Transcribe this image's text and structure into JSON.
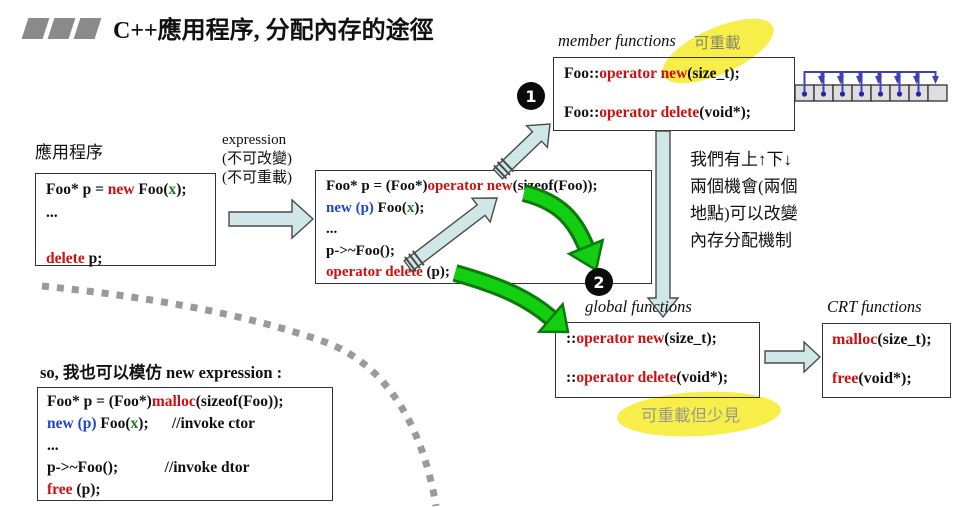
{
  "title": {
    "text": "C++應用程序, 分配內存的途徑"
  },
  "app_box": {
    "label": "應用程序",
    "lines": [
      [
        {
          "t": "Foo* p = ",
          "c": "k"
        },
        {
          "t": "new",
          "c": "r"
        },
        {
          "t": " Foo(",
          "c": "k"
        },
        {
          "t": "x",
          "c": "g"
        },
        {
          "t": ");",
          "c": "k"
        }
      ],
      [
        {
          "t": "...",
          "c": "k"
        }
      ],
      [],
      [
        {
          "t": "delete",
          "c": "r"
        },
        {
          "t": " p;",
          "c": "k"
        }
      ]
    ]
  },
  "expression": {
    "lines": [
      "expression",
      "(不可改變)",
      "(不可重載)"
    ]
  },
  "expanded_box": {
    "lines": [
      [
        {
          "t": "Foo* p = (Foo*)",
          "c": "k"
        },
        {
          "t": "operator new",
          "c": "r"
        },
        {
          "t": "(sizeof(Foo));",
          "c": "k"
        }
      ],
      [
        {
          "t": "new (p)",
          "c": "b"
        },
        {
          "t": " Foo(",
          "c": "k"
        },
        {
          "t": "x",
          "c": "g"
        },
        {
          "t": ");",
          "c": "k"
        }
      ],
      [
        {
          "t": "...",
          "c": "k"
        }
      ],
      [
        {
          "t": "p->~Foo();",
          "c": "k"
        }
      ],
      [
        {
          "t": "operator delete",
          "c": "r"
        },
        {
          "t": " (p);",
          "c": "k"
        }
      ]
    ]
  },
  "member_box": {
    "label": "member functions",
    "highlight": "可重載",
    "lines": [
      [
        {
          "t": "Foo::",
          "c": "k"
        },
        {
          "t": "operator new",
          "c": "r"
        },
        {
          "t": "(size_t);",
          "c": "k"
        }
      ],
      [],
      [
        {
          "t": "Foo::",
          "c": "k"
        },
        {
          "t": "operator delete",
          "c": "r"
        },
        {
          "t": "(void*);",
          "c": "k"
        }
      ]
    ]
  },
  "global_box": {
    "label": "global functions",
    "highlight": "可重載但少見",
    "lines": [
      [
        {
          "t": "::",
          "c": "k"
        },
        {
          "t": "operator new",
          "c": "r"
        },
        {
          "t": "(size_t);",
          "c": "k"
        }
      ],
      [],
      [
        {
          "t": "::",
          "c": "k"
        },
        {
          "t": "operator delete",
          "c": "r"
        },
        {
          "t": "(void*);",
          "c": "k"
        }
      ]
    ]
  },
  "crt_box": {
    "label": "CRT functions",
    "lines": [
      [
        {
          "t": "malloc",
          "c": "r"
        },
        {
          "t": "(size_t);",
          "c": "k"
        }
      ],
      [],
      [
        {
          "t": "free",
          "c": "r"
        },
        {
          "t": "(void*);",
          "c": "k"
        }
      ]
    ]
  },
  "note": {
    "lines": [
      "我們有上↑下↓",
      "兩個機會(兩個",
      "地點)可以改變",
      "內存分配機制"
    ]
  },
  "mimic": {
    "intro": "so, 我也可以模仿 new expression :",
    "lines": [
      [
        {
          "t": "Foo* p = (Foo*)",
          "c": "k"
        },
        {
          "t": "malloc",
          "c": "r"
        },
        {
          "t": "(sizeof(Foo));",
          "c": "k"
        }
      ],
      [
        {
          "t": "new (p)",
          "c": "b"
        },
        {
          "t": " Foo(",
          "c": "k"
        },
        {
          "t": "x",
          "c": "g"
        },
        {
          "t": ");",
          "c": "k"
        },
        {
          "t": "      //invoke ctor",
          "c": "k"
        }
      ],
      [
        {
          "t": "...",
          "c": "k"
        }
      ],
      [
        {
          "t": "p->~Foo();",
          "c": "k"
        },
        {
          "t": "            //invoke dtor",
          "c": "k"
        }
      ],
      [
        {
          "t": "free",
          "c": "r"
        },
        {
          "t": " (p);",
          "c": "k"
        }
      ]
    ]
  },
  "badges": {
    "step1": "1",
    "step2": "2"
  },
  "pool": {
    "cells": 8,
    "filled": 7
  },
  "icons": {
    "memory_pool": "free-list-memory-pool-icon",
    "green_arrows": "emphasis-arrow-icon",
    "blue_arrows": "flow-arrow-icon"
  },
  "colors": {
    "arrow_fill": "#cfe7e7",
    "green_arrow": "#12cf12",
    "highlight": "#f7ee4a",
    "code_red": "#d01010",
    "code_blue": "#2244cc",
    "code_green": "#1e7a1e",
    "bullet_gray": "#8a8a8a"
  }
}
